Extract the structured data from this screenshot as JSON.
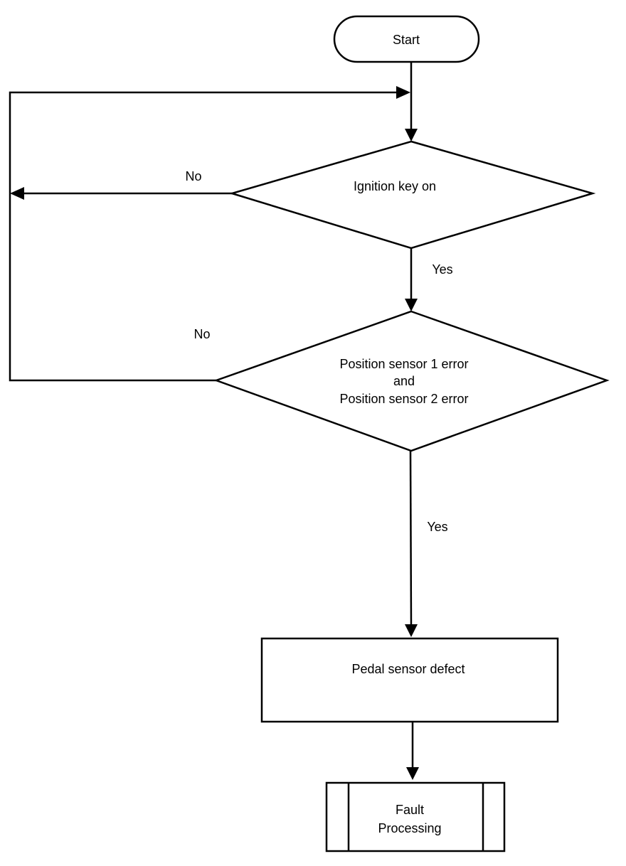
{
  "nodes": {
    "start": "Start",
    "decision_ignition": "Ignition key on",
    "decision_sensors": {
      "line1": "Position sensor 1 error",
      "line2": "and",
      "line3": "Position sensor 2 error"
    },
    "process_defect": "Pedal sensor  defect",
    "subprocess_fault": {
      "line1": "Fault",
      "line2": "Processing"
    }
  },
  "edges": {
    "ignition_no": "No",
    "ignition_yes": "Yes",
    "sensors_no": "No",
    "sensors_yes": "Yes"
  }
}
